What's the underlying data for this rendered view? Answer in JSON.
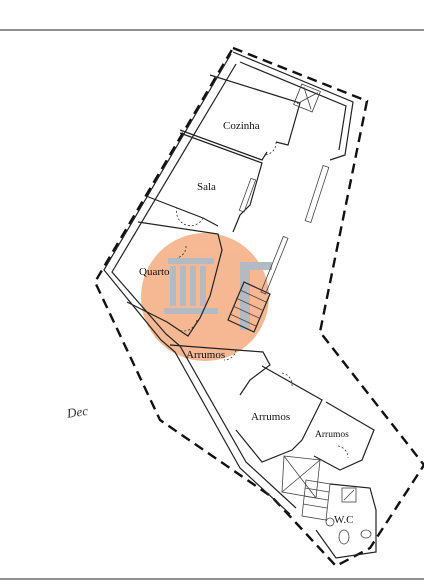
{
  "rooms": {
    "cozinha": "Cozinha",
    "sala": "Sala",
    "quarto": "Quarto",
    "arrumos_1": "Arrumos",
    "arrumos_2": "Arrumos",
    "arrumos_3": "Arrumos",
    "wc": "W.C"
  },
  "note": "Dec",
  "colors": {
    "watermark": "#f4a070",
    "watermark_icon": "#9aa3ad",
    "ink": "#222222"
  },
  "watermark": {
    "icon": "building-logo-icon"
  }
}
